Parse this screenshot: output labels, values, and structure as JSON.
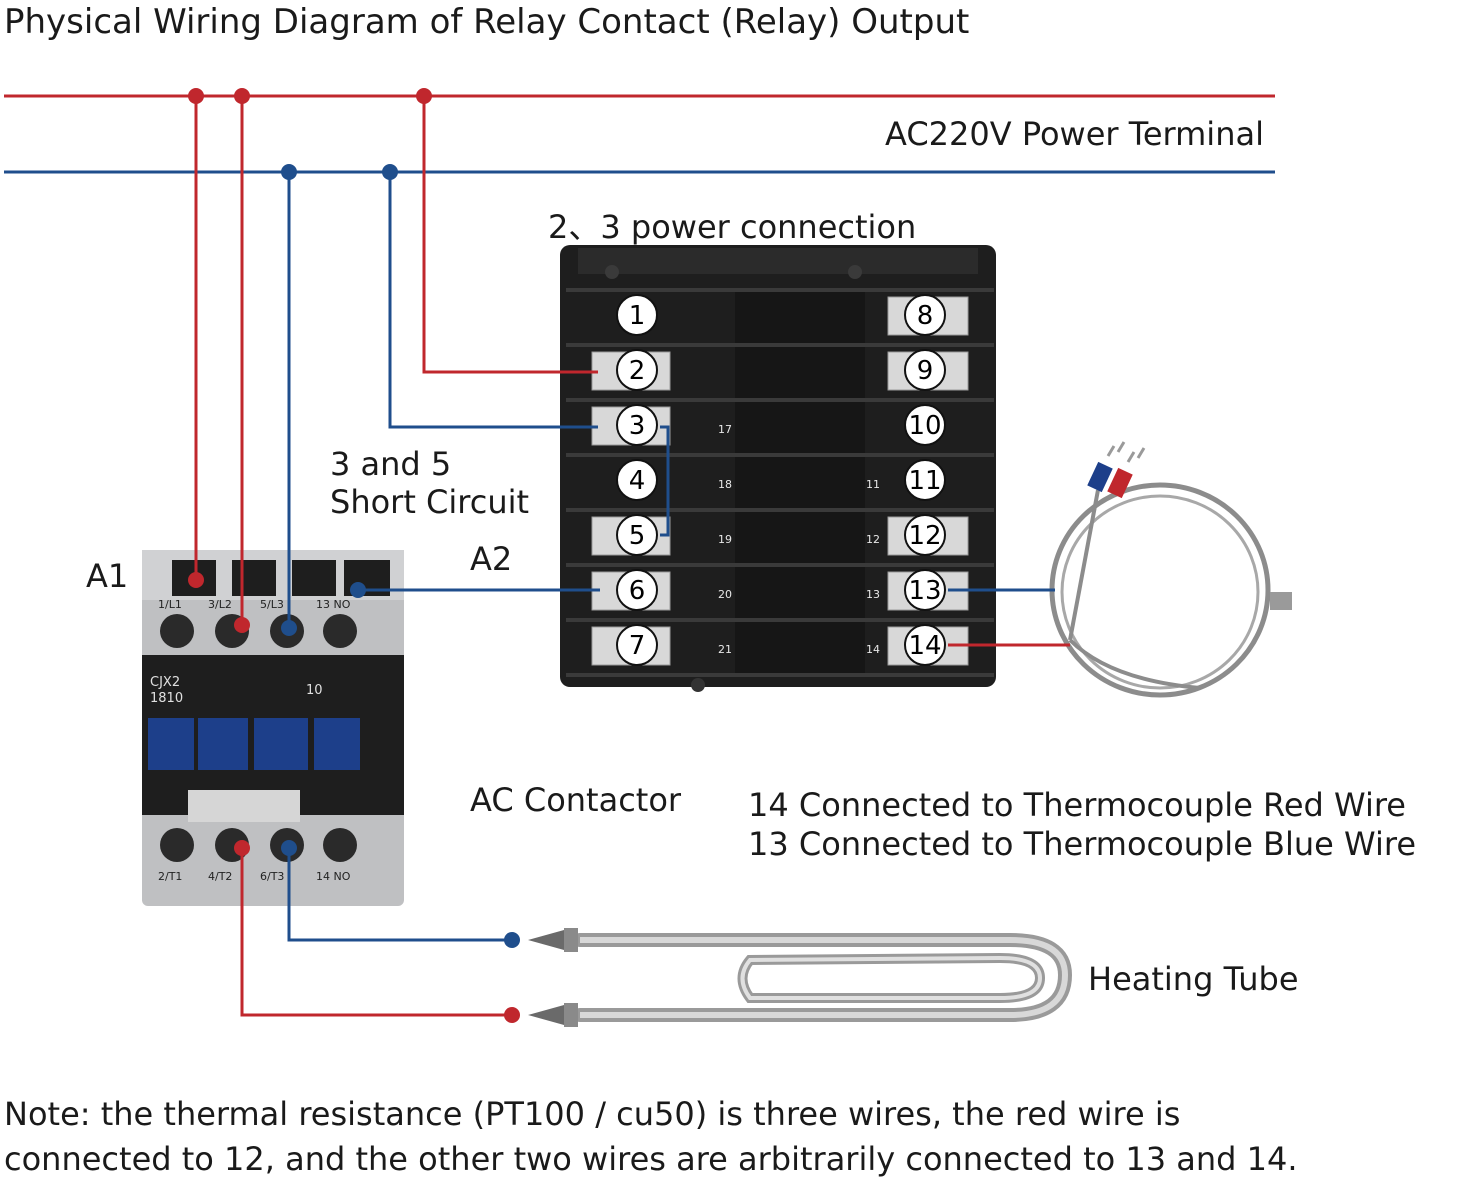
{
  "title": "Physical Wiring Diagram of Relay Contact (Relay) Output",
  "labels": {
    "power_terminal": "AC220V Power Terminal",
    "power_connection": "2、3 power connection",
    "short_circuit_line1": "3 and 5",
    "short_circuit_line2": "Short Circuit",
    "a1": "A1",
    "a2": "A2",
    "ac_contactor": "AC Contactor",
    "thermo_red": "14 Connected to Thermocouple Red Wire",
    "thermo_blue": "13 Connected to Thermocouple Blue Wire",
    "heating_tube": "Heating Tube"
  },
  "note": {
    "line1": "Note: the thermal resistance (PT100 / cu50) is three wires, the red wire is",
    "line2": "connected to 12, and the other two wires are arbitrarily connected to 13 and 14."
  },
  "controller": {
    "terminals_left": [
      "1",
      "2",
      "3",
      "4",
      "5",
      "6",
      "7"
    ],
    "terminals_right": [
      "8",
      "9",
      "10",
      "11",
      "12",
      "13",
      "14"
    ],
    "inner_marks": [
      "17",
      "18",
      "19",
      "20",
      "21",
      "11",
      "12",
      "13",
      "14"
    ]
  },
  "contactor": {
    "model": "CJX2",
    "model_number": "1810",
    "code": "10",
    "top_terminals": [
      "1/L1",
      "3/L2",
      "5/L3",
      "13 NO"
    ],
    "bottom_terminals": [
      "2/T1",
      "4/T2",
      "6/T3",
      "14 NO"
    ]
  },
  "colors": {
    "live_wire": "#c0272d",
    "neutral_wire": "#1f4e8c",
    "body_dark": "#1e1e1e",
    "contactor_grey": "#bfc0c2",
    "contactor_blue": "#1d3f8a"
  }
}
